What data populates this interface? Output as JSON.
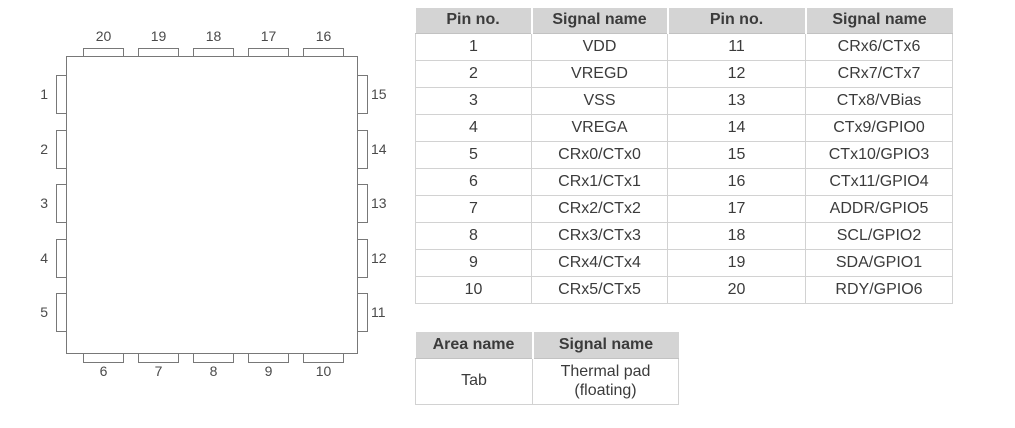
{
  "colors": {
    "table_header_bg": "#d4d4d4",
    "table_border": "#d2d2d2",
    "table_text": "#3b3b3b",
    "chip_outline": "#787878",
    "pin_label_text": "#4a4a4a",
    "background": "#ffffff"
  },
  "chip": {
    "pins": {
      "top": [
        "20",
        "19",
        "18",
        "17",
        "16"
      ],
      "bottom": [
        "6",
        "7",
        "8",
        "9",
        "10"
      ],
      "left": [
        "1",
        "2",
        "3",
        "4",
        "5"
      ],
      "right": [
        "15",
        "14",
        "13",
        "12",
        "11"
      ]
    }
  },
  "pin_table": {
    "headers": [
      "Pin no.",
      "Signal name",
      "Pin no.",
      "Signal name"
    ],
    "rows": [
      [
        "1",
        "VDD",
        "11",
        "CRx6/CTx6"
      ],
      [
        "2",
        "VREGD",
        "12",
        "CRx7/CTx7"
      ],
      [
        "3",
        "VSS",
        "13",
        "CTx8/VBias"
      ],
      [
        "4",
        "VREGA",
        "14",
        "CTx9/GPIO0"
      ],
      [
        "5",
        "CRx0/CTx0",
        "15",
        "CTx10/GPIO3"
      ],
      [
        "6",
        "CRx1/CTx1",
        "16",
        "CTx11/GPIO4"
      ],
      [
        "7",
        "CRx2/CTx2",
        "17",
        "ADDR/GPIO5"
      ],
      [
        "8",
        "CRx3/CTx3",
        "18",
        "SCL/GPIO2"
      ],
      [
        "9",
        "CRx4/CTx4",
        "19",
        "SDA/GPIO1"
      ],
      [
        "10",
        "CRx5/CTx5",
        "20",
        "RDY/GPIO6"
      ]
    ]
  },
  "area_table": {
    "headers": [
      "Area name",
      "Signal name"
    ],
    "row": {
      "area": "Tab",
      "signal_lines": [
        "Thermal pad",
        "(floating)"
      ]
    }
  }
}
